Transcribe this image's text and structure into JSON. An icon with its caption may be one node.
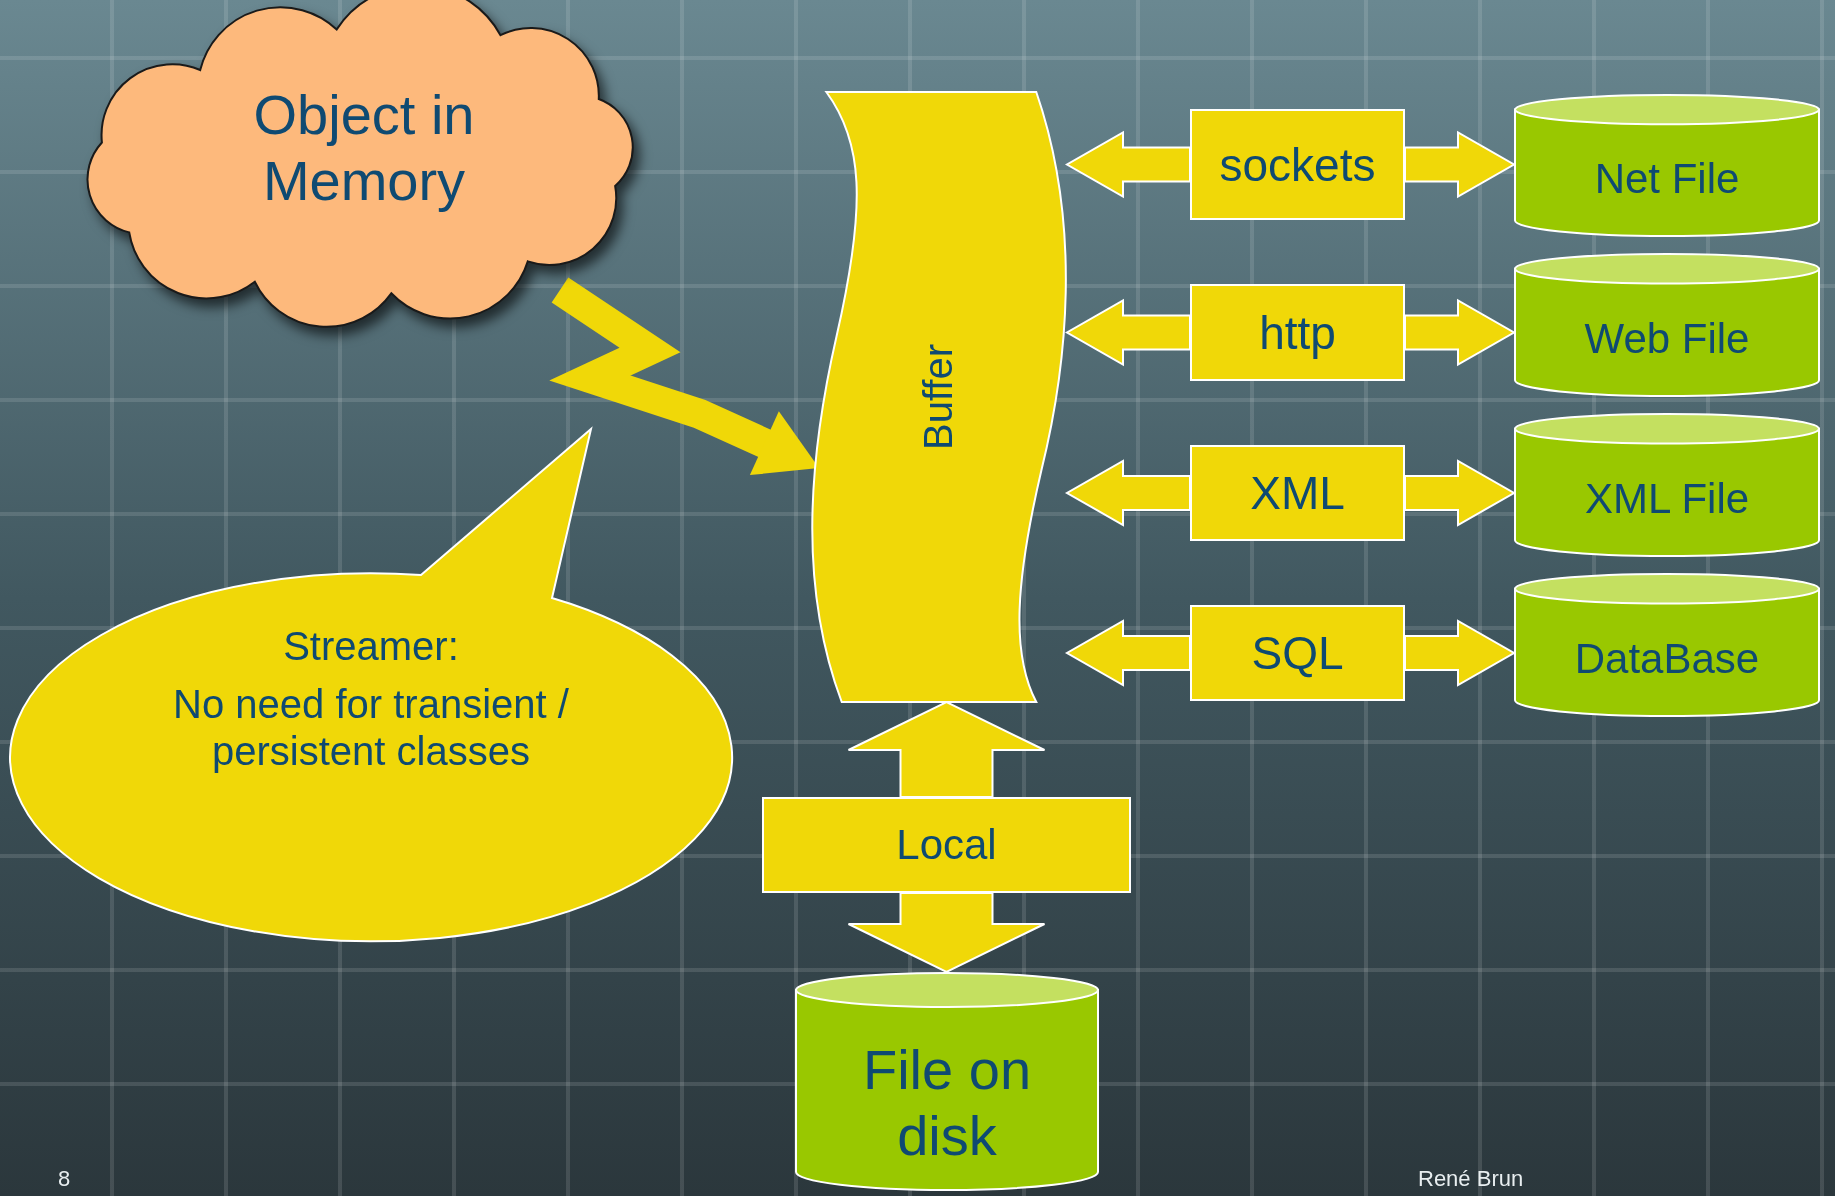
{
  "diagram": {
    "nodes": [
      {
        "text": [
          "Object in Memory"
        ]
      },
      {
        "text": [
          "Buffer"
        ]
      },
      {
        "text": [
          "sockets"
        ]
      },
      {
        "text": [
          "http"
        ]
      },
      {
        "text": [
          "XML"
        ]
      },
      {
        "text": [
          "SQL"
        ]
      },
      {
        "text": [
          "Net File"
        ]
      },
      {
        "text": [
          "Web File"
        ]
      },
      {
        "text": [
          "XML File"
        ]
      },
      {
        "text": [
          "DataBase"
        ]
      },
      {
        "text": [
          "Local"
        ]
      },
      {
        "text": [
          "File on disk"
        ]
      },
      {
        "text": [
          "Streamer:",
          "No need for transient / persistent classes"
        ]
      }
    ],
    "edges": [
      {
        "from": 0,
        "to": 1,
        "arrow": "to"
      },
      {
        "from": 2,
        "to": 1,
        "arrow": "to"
      },
      {
        "from": 2,
        "to": 6,
        "arrow": "to"
      },
      {
        "from": 3,
        "to": 1,
        "arrow": "to"
      },
      {
        "from": 3,
        "to": 7,
        "arrow": "to"
      },
      {
        "from": 4,
        "to": 1,
        "arrow": "to"
      },
      {
        "from": 4,
        "to": 8,
        "arrow": "to"
      },
      {
        "from": 5,
        "to": 1,
        "arrow": "to"
      },
      {
        "from": 5,
        "to": 9,
        "arrow": "to"
      },
      {
        "from": 10,
        "to": 1,
        "arrow": "to"
      },
      {
        "from": 10,
        "to": 11,
        "arrow": "to"
      }
    ],
    "labels": [
      "8",
      "René Brun"
    ]
  }
}
